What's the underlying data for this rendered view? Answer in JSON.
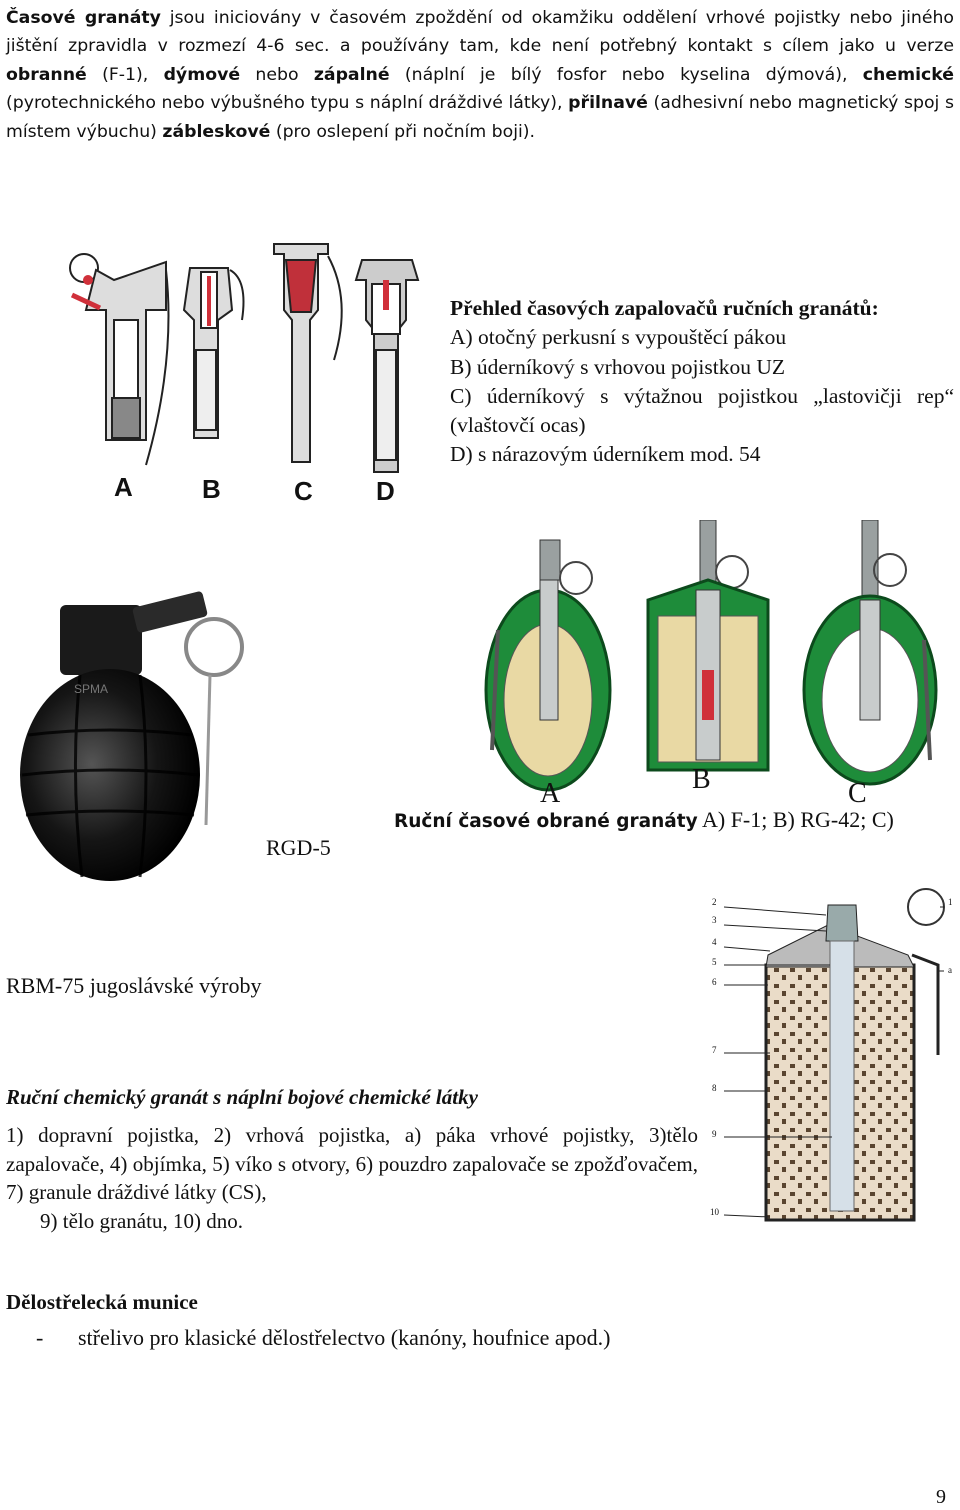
{
  "intro": {
    "t1": "Časové granáty",
    "t2": " jsou iniciovány v časovém zpoždění od okamžiku oddělení vrhové pojistky nebo jiného jištění zpravidla v rozmezí 4-6 sec. a používány tam, kde není potřebný kontakt s cílem jako u verze ",
    "t3": "obranné",
    "t4": " (F-1), ",
    "t5": "dýmové",
    "t6": " nebo ",
    "t7": "zápalné",
    "t8": " (náplní je bílý fosfor nebo kyselina dýmová), ",
    "t9": "chemické",
    "t10": " (pyrotechnického nebo výbušného typu s náplní dráždivé látky), ",
    "t11": "přilnavé",
    "t12": " (adhesivní nebo magnetický spoj s místem výbuchu) ",
    "t13": "zábleskové",
    "t14": " (pro oslepení při nočním boji)."
  },
  "fuzes": {
    "letters": [
      "A",
      "B",
      "C",
      "D"
    ],
    "title": "Přehled časových zapalovačů ručních granátů:",
    "items": [
      "A) otočný perkusní s vypouštěcí pákou",
      "B) úderníkový s vrhovou pojistkou UZ",
      "C) úderníkový s výtažnou pojistkou „lastovičji rep“ (vlaštovčí ocas)",
      "D) s nárazovým úderníkem mod. 54"
    ]
  },
  "rgd": {
    "caption": "RGD-5",
    "stamp": "SPMA"
  },
  "grenades": {
    "letters": [
      "A",
      "B",
      "C"
    ],
    "caption_bold": "Ruční časové obrané granáty",
    "caption_rest": " A) F-1; B) RG-42; C)"
  },
  "rbm": "RBM-75 jugoslávské výroby",
  "chem": {
    "title": "Ruční chemický granát s náplní bojové chemické látky",
    "body": "1) dopravní pojistka, 2) vrhová pojistka, a) páka vrhové pojistky, 3)tělo zapalovače, 4) objímka, 5) víko s otvory, 6) pouzdro zapalovače se zpožďovačem, 7) granule dráždivé látky (CS),",
    "last": "9) tělo granátu, 10) dno.",
    "labels_left": [
      "2",
      "3",
      "4",
      "5",
      "6",
      "7",
      "8",
      "9",
      "10"
    ],
    "labels_right": [
      "1",
      "a"
    ]
  },
  "artillery": {
    "title": "Dělostřelecká munice",
    "dash": "-",
    "item": "střelivo pro klasické dělostřelectvo (kanóny, houfnice apod.)"
  },
  "page_number": "9",
  "colors": {
    "green": "#1e8c3a",
    "sand": "#e9d9a4",
    "red": "#d0303a",
    "grey": "#9aa0a0"
  }
}
